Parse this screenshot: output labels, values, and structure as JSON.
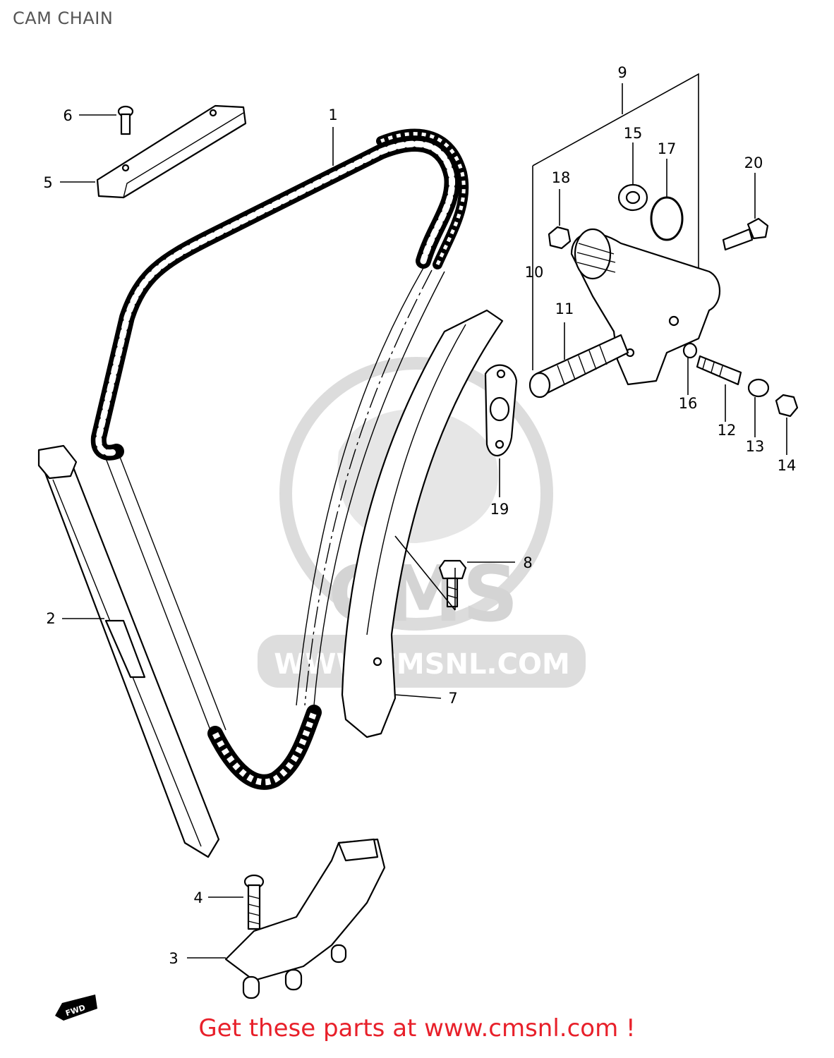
{
  "header": {
    "title": "CAM CHAIN"
  },
  "watermark": {
    "brand": "CMS",
    "url": "WWW.CMSNL.COM",
    "color": "#dcdcdc"
  },
  "fwd_marker": {
    "label": "FWD"
  },
  "footer": {
    "text": "Get these parts at www.cmsnl.com !",
    "color": "#e8202a"
  },
  "callouts": {
    "c1": "1",
    "c2": "2",
    "c3": "3",
    "c4": "4",
    "c5": "5",
    "c6": "6",
    "c7": "7",
    "c8": "8",
    "c9": "9",
    "c10": "10",
    "c11": "11",
    "c12": "12",
    "c13": "13",
    "c14": "14",
    "c15": "15",
    "c16": "16",
    "c17": "17",
    "c18": "18",
    "c19": "19",
    "c20": "20"
  }
}
